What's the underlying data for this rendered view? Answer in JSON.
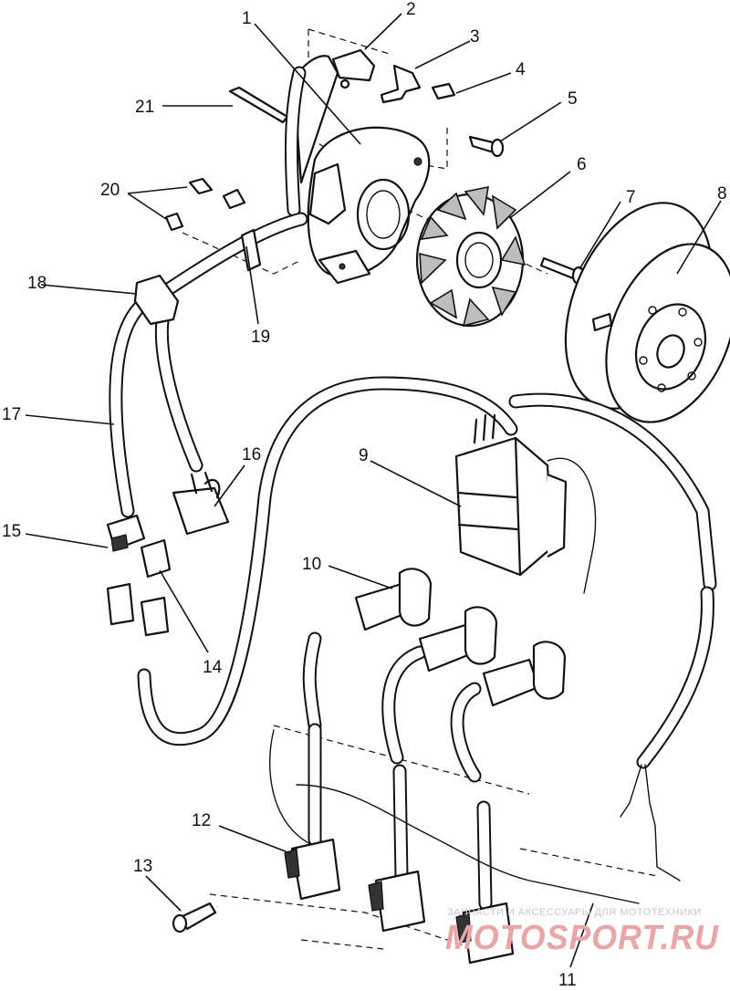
{
  "callouts": [
    "1",
    "2",
    "3",
    "4",
    "5",
    "6",
    "7",
    "8",
    "9",
    "10",
    "11",
    "12",
    "13",
    "14",
    "15",
    "16",
    "17",
    "18",
    "19",
    "20",
    "21"
  ],
  "watermark": {
    "line1": "ЗАПЧАСТИ И АКСЕССУАРЫ ДЛЯ МОТОТЕХНИКИ",
    "brand": "MOTOSPORT.RU"
  }
}
